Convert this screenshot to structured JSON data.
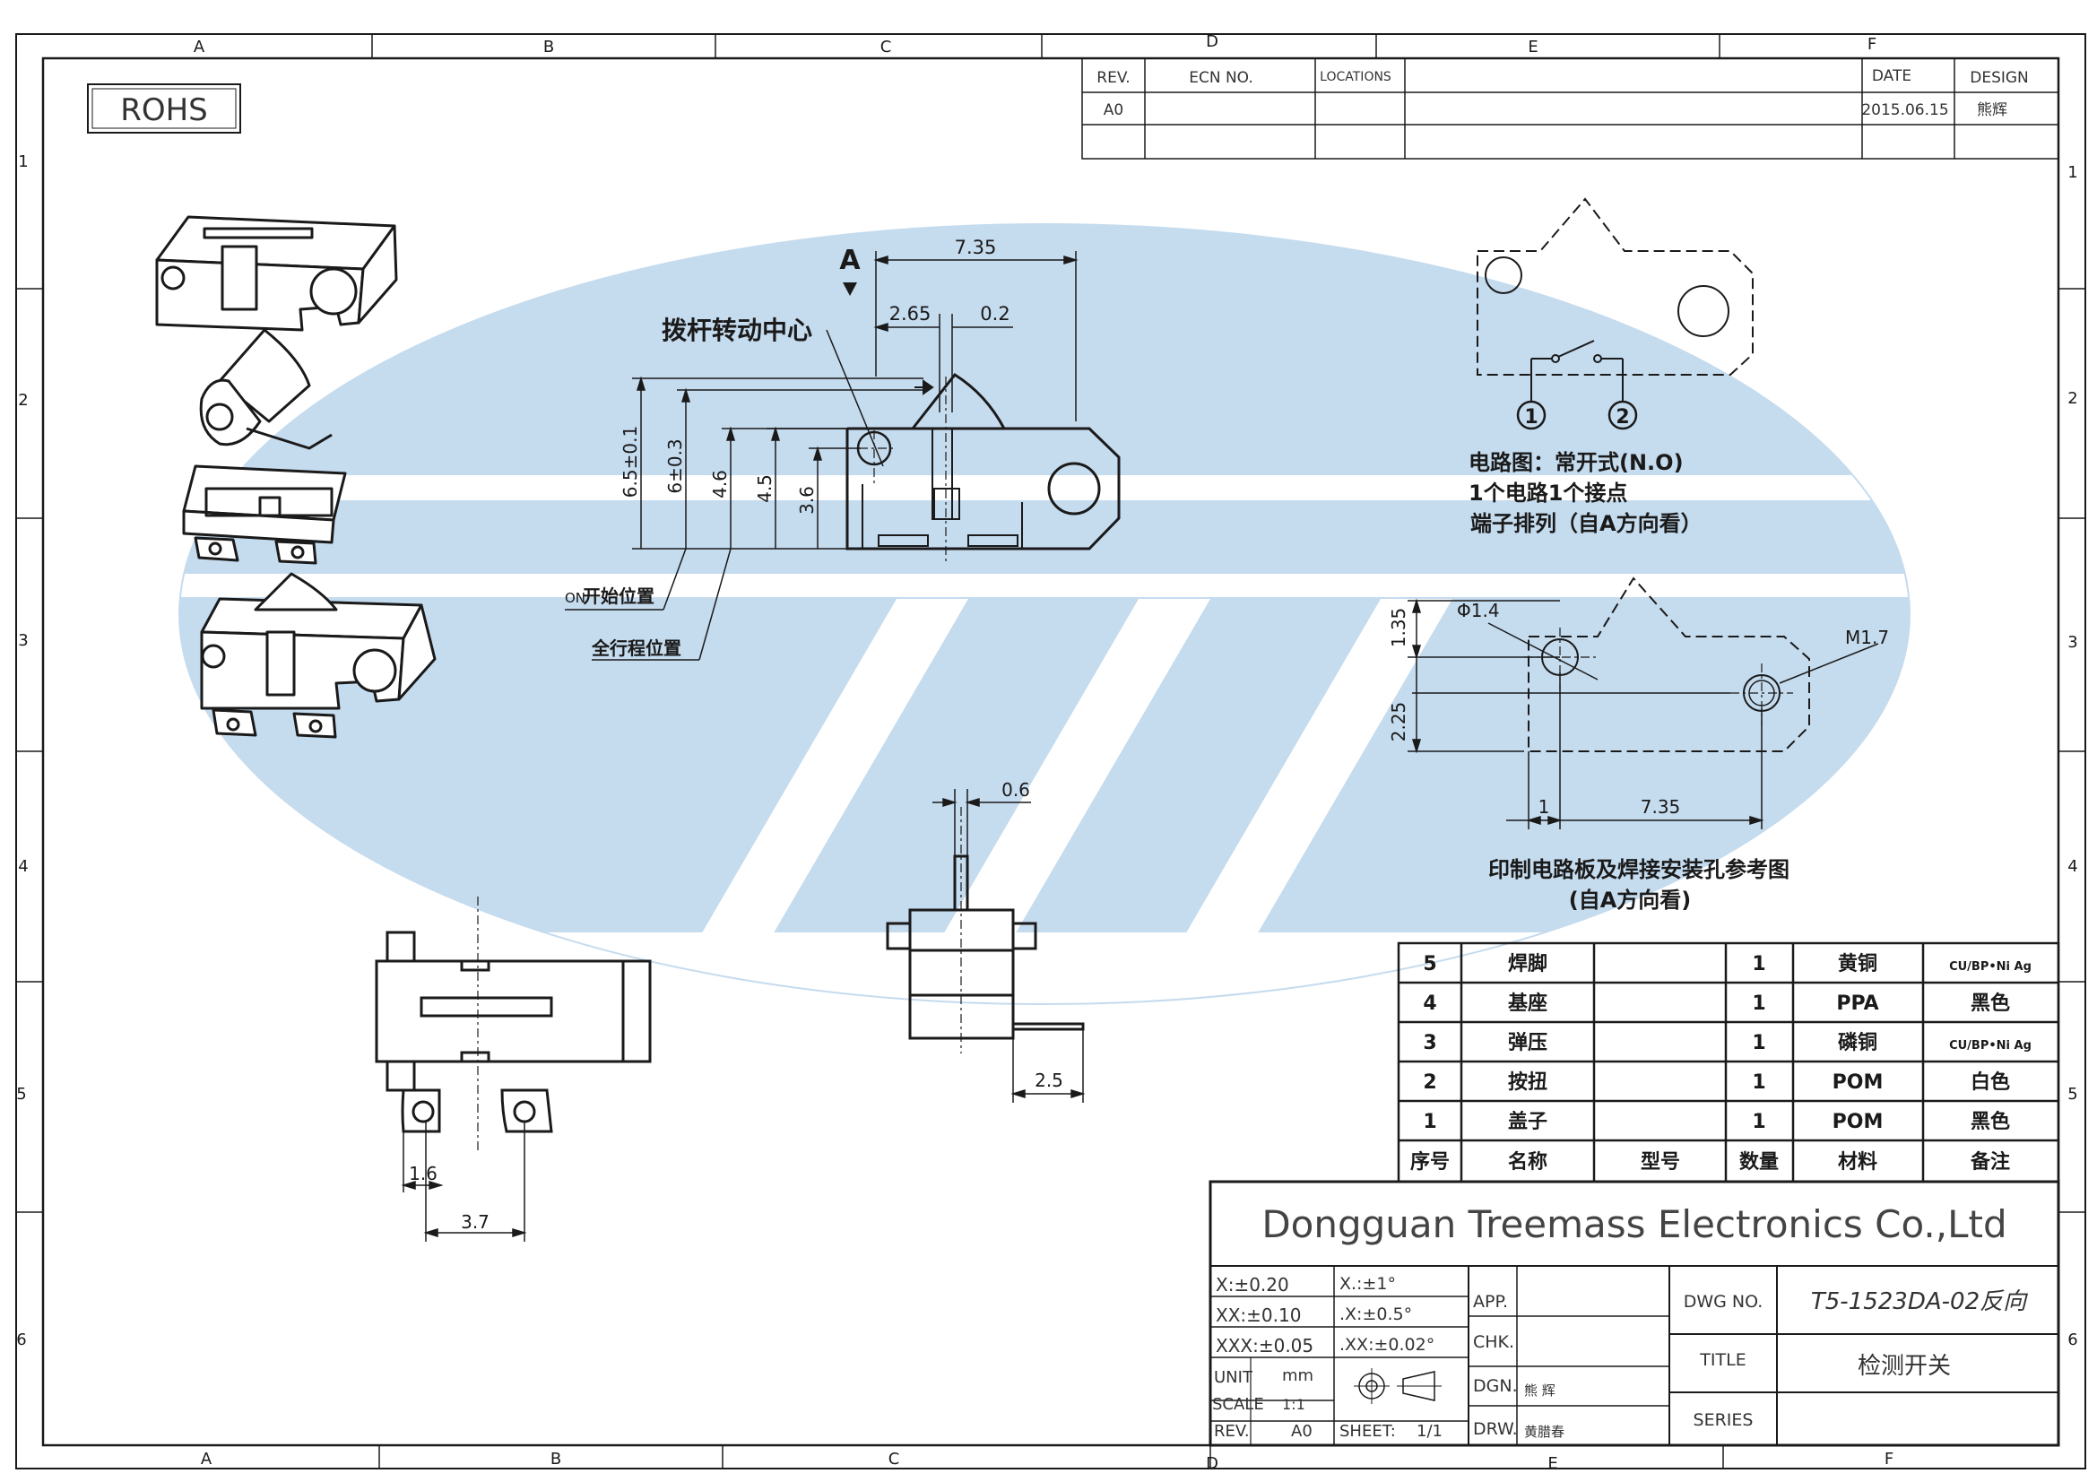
{
  "border": {
    "cols_top": [
      "A",
      "B",
      "C",
      "D",
      "E",
      "F"
    ],
    "cols_bottom": [
      "A",
      "B",
      "C",
      "D",
      "E",
      "F"
    ],
    "rows_left": [
      "1",
      "2",
      "3",
      "4",
      "5",
      "6"
    ],
    "rows_right": [
      "1",
      "2",
      "3",
      "4",
      "5",
      "6"
    ]
  },
  "rohs": "ROHS",
  "revision": {
    "headers": {
      "rev": "REV.",
      "ecn": "ECN NO.",
      "locations": "LOCATIONS",
      "date": "DATE",
      "design": "DESIGN"
    },
    "row": {
      "rev": "A0",
      "date": "2015.06.15",
      "design": "熊辉"
    }
  },
  "side_view": {
    "arrow_label": "A",
    "pivot_label": "拨杆转动中心",
    "dims": {
      "total": "7.35",
      "pivot": "2.65",
      "gap": "0.2",
      "h1": "6.5±0.1",
      "h2": "6±0.3",
      "h3": "4.6",
      "h4": "4.5",
      "h5": "3.6"
    },
    "on_label_prefix": "ON",
    "on_label_text": "开始位置",
    "full_travel": "全行程位置"
  },
  "circuit": {
    "terminal1": "1",
    "terminal2": "2",
    "line1": "电路图：常开式(N.O)",
    "line2": "1个电路1个接点",
    "line3": "端子排列（自A方向看）"
  },
  "pcb": {
    "dims": {
      "hole": "Φ1.4",
      "screw": "M1.7",
      "v1": "1.35",
      "v2": "2.25",
      "h1": "1",
      "h2": "7.35"
    },
    "caption1": "印制电路板及焊接安装孔参考图",
    "caption2": "(自A方向看)"
  },
  "bottom_views": {
    "d1": "1.6",
    "d2": "3.7",
    "d3": "0.6",
    "d4": "2.5"
  },
  "bom": {
    "rows": [
      {
        "no": "5",
        "name": "焊脚",
        "model": "",
        "qty": "1",
        "material": "黄铜",
        "note": "CU/BP•Ni Ag"
      },
      {
        "no": "4",
        "name": "基座",
        "model": "",
        "qty": "1",
        "material": "PPA",
        "note": "黑色"
      },
      {
        "no": "3",
        "name": "弹压",
        "model": "",
        "qty": "1",
        "material": "磷铜",
        "note": "CU/BP•Ni Ag"
      },
      {
        "no": "2",
        "name": "按扭",
        "model": "",
        "qty": "1",
        "material": "POM",
        "note": "白色"
      },
      {
        "no": "1",
        "name": "盖子",
        "model": "",
        "qty": "1",
        "material": "POM",
        "note": "黑色"
      }
    ],
    "header": {
      "no": "序号",
      "name": "名称",
      "model": "型号",
      "qty": "数量",
      "material": "材料",
      "note": "备注"
    }
  },
  "title_block": {
    "company": "Dongguan Treemass Electronics Co.,Ltd",
    "tol1a": "X:±0.20",
    "tol1b": "X.:±1°",
    "tol2a": "XX:±0.10",
    "tol2b": ".X:±0.5°",
    "tol3a": "XXX:±0.05",
    "tol3b": ".XX:±0.02°",
    "unit_label": "UNIT",
    "unit": "mm",
    "scale_label": "SCALE",
    "scale": "1:1",
    "rev_label": "REV.",
    "rev": "A0",
    "sheet_label": "SHEET:",
    "sheet": "1/1",
    "app": "APP.",
    "chk": "CHK.",
    "dgn": "DGN.",
    "drw": "DRW.",
    "dgn_name": "熊 辉",
    "drw_name": "黄腊春",
    "dwg_label": "DWG NO.",
    "dwg_no": "T5-1523DA-02反向",
    "title_label": "TITLE",
    "title": "检测开关",
    "series_label": "SERIES"
  },
  "colors": {
    "watermark_blue": "#c5dbee",
    "watermark_orange": "#f8e2b8",
    "line": "#1a1a1a"
  }
}
